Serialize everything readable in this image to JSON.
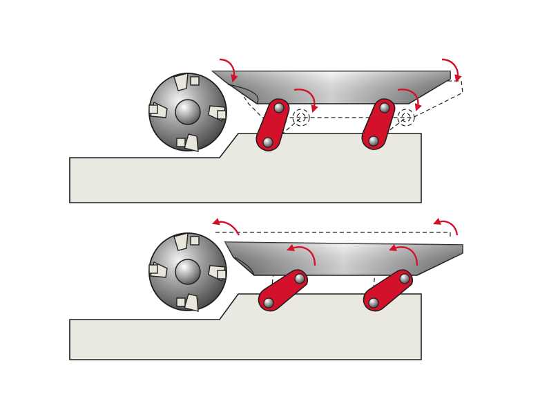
{
  "colors": {
    "background": "#ffffff",
    "machine_bed": "#e9e8e1",
    "outline": "#1e1e1e",
    "link_red": "#d3112a",
    "arrow_red": "#d3112a",
    "dashed": "#1e1e1e"
  },
  "panels": [
    {
      "name": "table-raised",
      "link_state": "upright",
      "ghost_state": "lowered"
    },
    {
      "name": "table-lowered",
      "link_state": "inclined",
      "ghost_state": "raised"
    }
  ],
  "icons": {
    "cutter": "cutter-head-icon",
    "pivot": "pivot-joint-icon",
    "arrow": "rotation-arrow-icon"
  }
}
